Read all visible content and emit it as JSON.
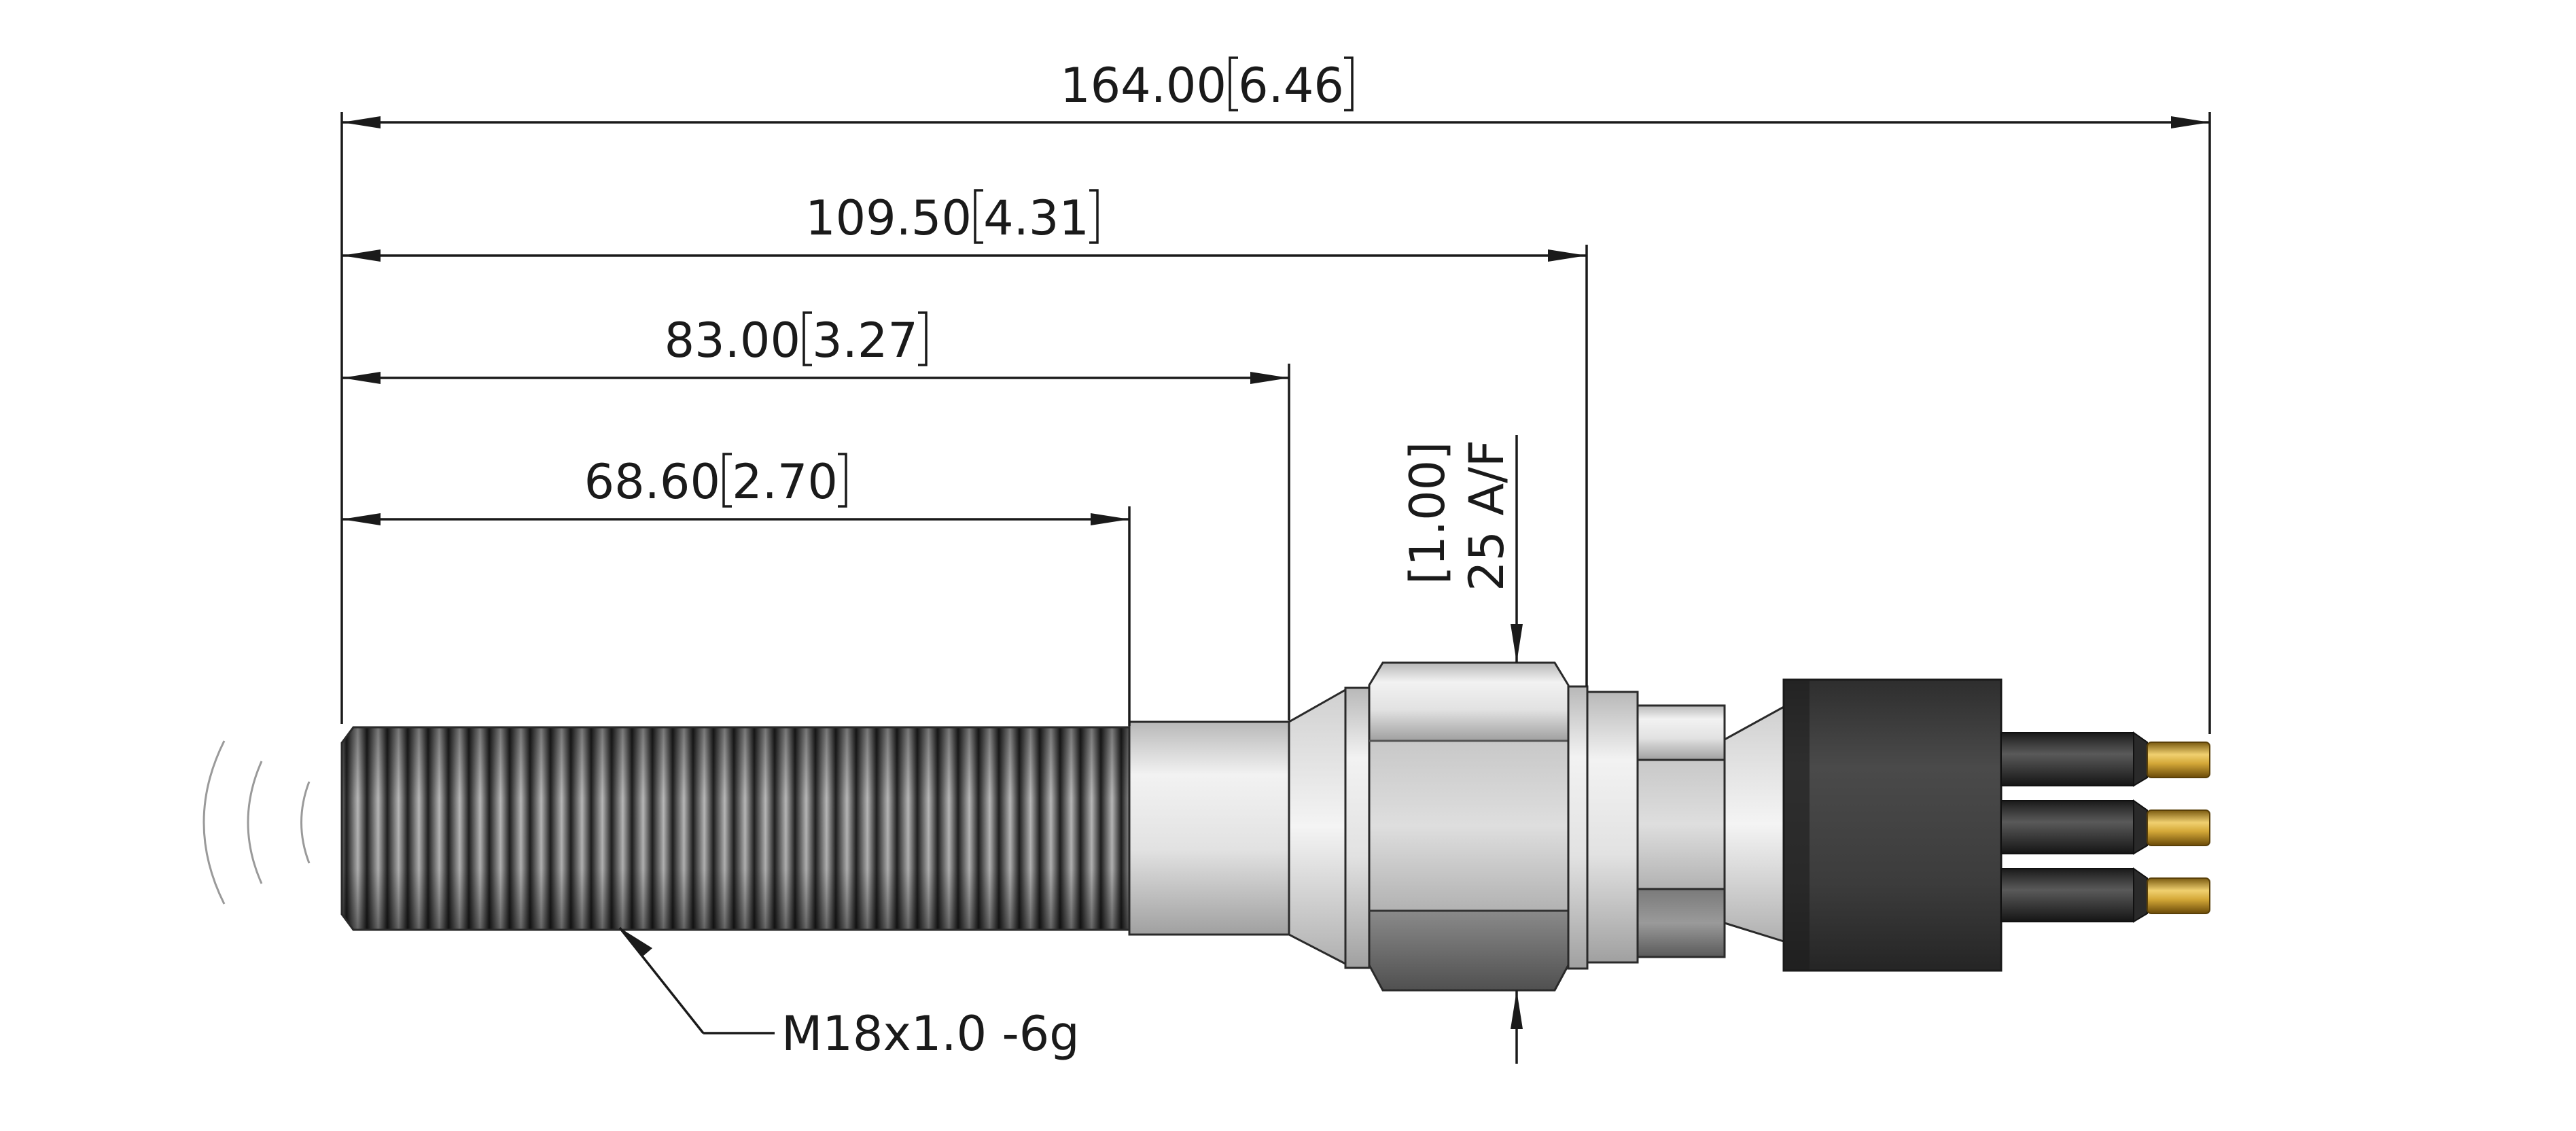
{
  "dimensions": {
    "overall": {
      "value": "164.00",
      "alt": "6.46"
    },
    "body": {
      "value": "109.50",
      "alt": "4.31"
    },
    "shoulder": {
      "value": "83.00",
      "alt": "3.27"
    },
    "thread_length": {
      "value": "68.60",
      "alt": "2.70"
    }
  },
  "hex": {
    "across_flats": "25 A/F",
    "alt": "[1.00]"
  },
  "thread_callout": "M18x1.0 -6g",
  "colors": {
    "thread_dark": "#2a2a2a",
    "steel": "#d6d6d6",
    "connector_body": "#3a3a3a",
    "pin_gold": "#c9a13a",
    "line": "#1a1a1a"
  }
}
